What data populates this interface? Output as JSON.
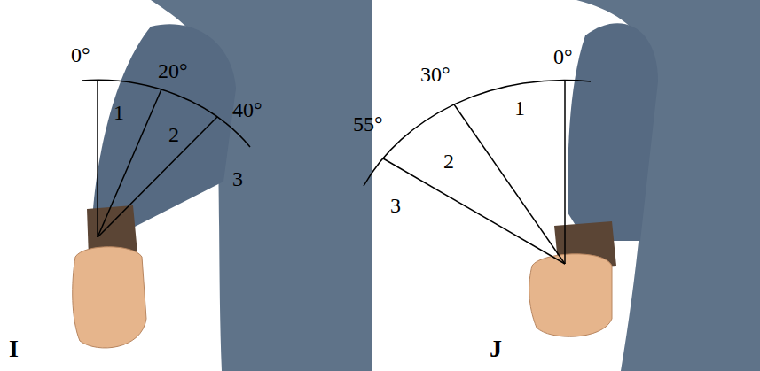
{
  "diagram": {
    "labels": [
      "0°",
      "20°",
      "40°",
      "1",
      "2",
      "3",
      "I",
      "0°",
      "30°",
      "55°",
      "1",
      "2",
      "3",
      "J"
    ]
  }
}
